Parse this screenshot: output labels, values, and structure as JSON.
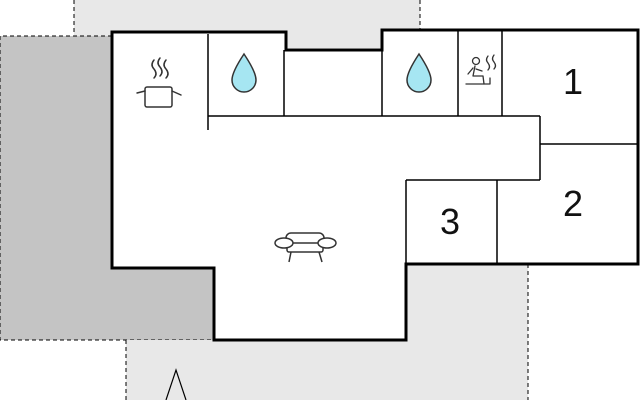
{
  "floorplan": {
    "rooms": [
      {
        "key": "kitchen",
        "icon": "cooking-pot-icon"
      },
      {
        "key": "bathroom-1",
        "icon": "water-drop-icon"
      },
      {
        "key": "bathroom-2",
        "icon": "water-drop-icon"
      },
      {
        "key": "sauna",
        "icon": "sauna-icon"
      },
      {
        "key": "bedroom-1",
        "label": "1"
      },
      {
        "key": "bedroom-2",
        "label": "2"
      },
      {
        "key": "bedroom-3",
        "label": "3"
      },
      {
        "key": "living-room",
        "icon": "sofa-icon"
      }
    ],
    "compass": {
      "icon": "north-arrow-icon"
    },
    "colors": {
      "wall": "#000000",
      "terrace_light": "#e8e8e8",
      "terrace_dark": "#c4c4c4",
      "water": "#a6e6f2",
      "icon_stroke": "#333333"
    }
  }
}
